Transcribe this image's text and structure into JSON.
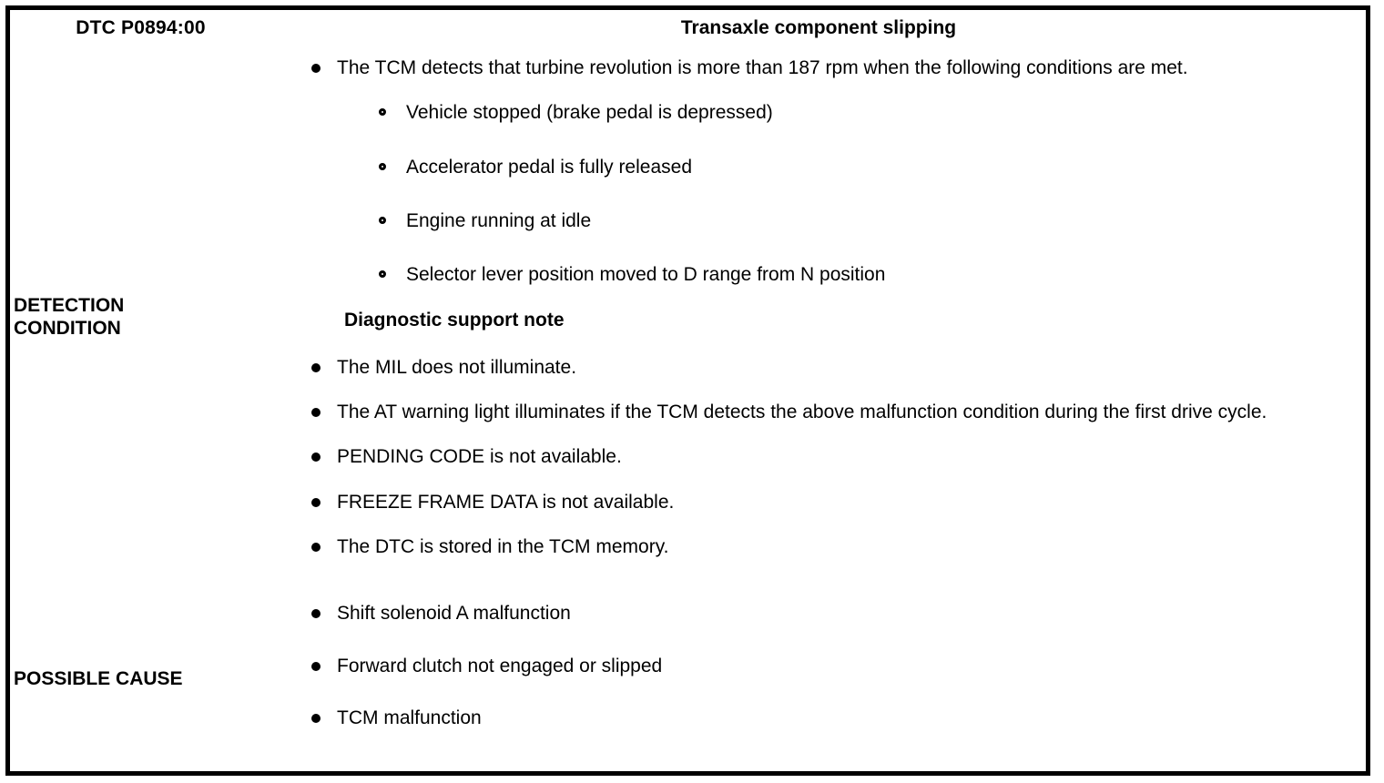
{
  "document": {
    "type": "dtc-diagnostic-table",
    "header": {
      "dtc_code": "DTC P0894:00",
      "dtc_title": "Transaxle component slipping"
    },
    "rows": [
      {
        "label": "DETECTION CONDITION",
        "label_line1": "DETECTION",
        "label_line2": "CONDITION",
        "intro_bullet": "The TCM detects that turbine revolution is more than 187 rpm when the following conditions are met.",
        "conditions": [
          "Vehicle stopped (brake pedal is depressed)",
          "Accelerator pedal is fully released",
          "Engine running at idle",
          "Selector lever position moved to D range from N position"
        ],
        "note_heading": "Diagnostic support note",
        "notes": [
          "The MIL does not illuminate.",
          "The AT warning light illuminates if the TCM detects the above malfunction condition during the first drive cycle.",
          "PENDING CODE is not available.",
          "FREEZE FRAME DATA is not available.",
          "The DTC is stored in the TCM memory."
        ]
      },
      {
        "label": "POSSIBLE CAUSE",
        "causes": [
          "Shift solenoid A malfunction",
          "Forward clutch not engaged or slipped",
          "TCM malfunction"
        ]
      }
    ],
    "colors": {
      "ink": "#000000",
      "paper": "#ffffff"
    }
  }
}
